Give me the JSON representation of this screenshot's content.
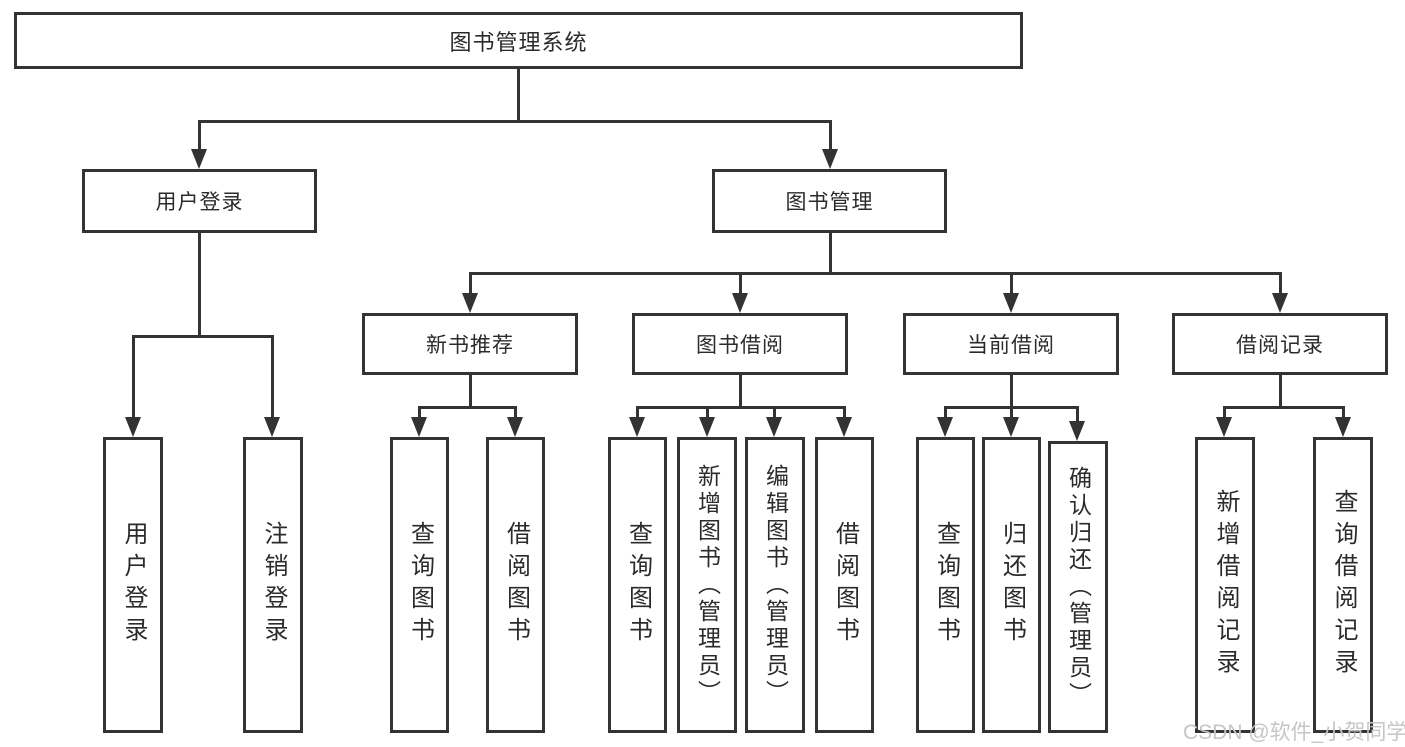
{
  "diagram_title": "图书管理系统",
  "colors": {
    "line": "#333333",
    "box_border": "#333333",
    "background": "#ffffff",
    "text": "#2b2b2b",
    "watermark": "#c6c6c6"
  },
  "watermark": "CSDN @软件_小贺同学",
  "nodes": {
    "root": "图书管理系统",
    "level2": {
      "user_login": "用户登录",
      "book_management": "图书管理"
    },
    "level3": [
      "新书推荐",
      "图书借阅",
      "当前借阅",
      "借阅记录"
    ],
    "leaves": {
      "user_login": [
        "用户登录",
        "注销登录"
      ],
      "new_book": [
        "查询图书",
        "借阅图书"
      ],
      "book_borrow": [
        "查询图书",
        "新增图书（管理员）",
        "编辑图书（管理员）",
        "借阅图书"
      ],
      "current_borrow": [
        "查询图书",
        "归还图书",
        "确认归还（管理员）"
      ],
      "borrow_record": [
        "新增借阅记录",
        "查询借阅记录"
      ]
    }
  }
}
